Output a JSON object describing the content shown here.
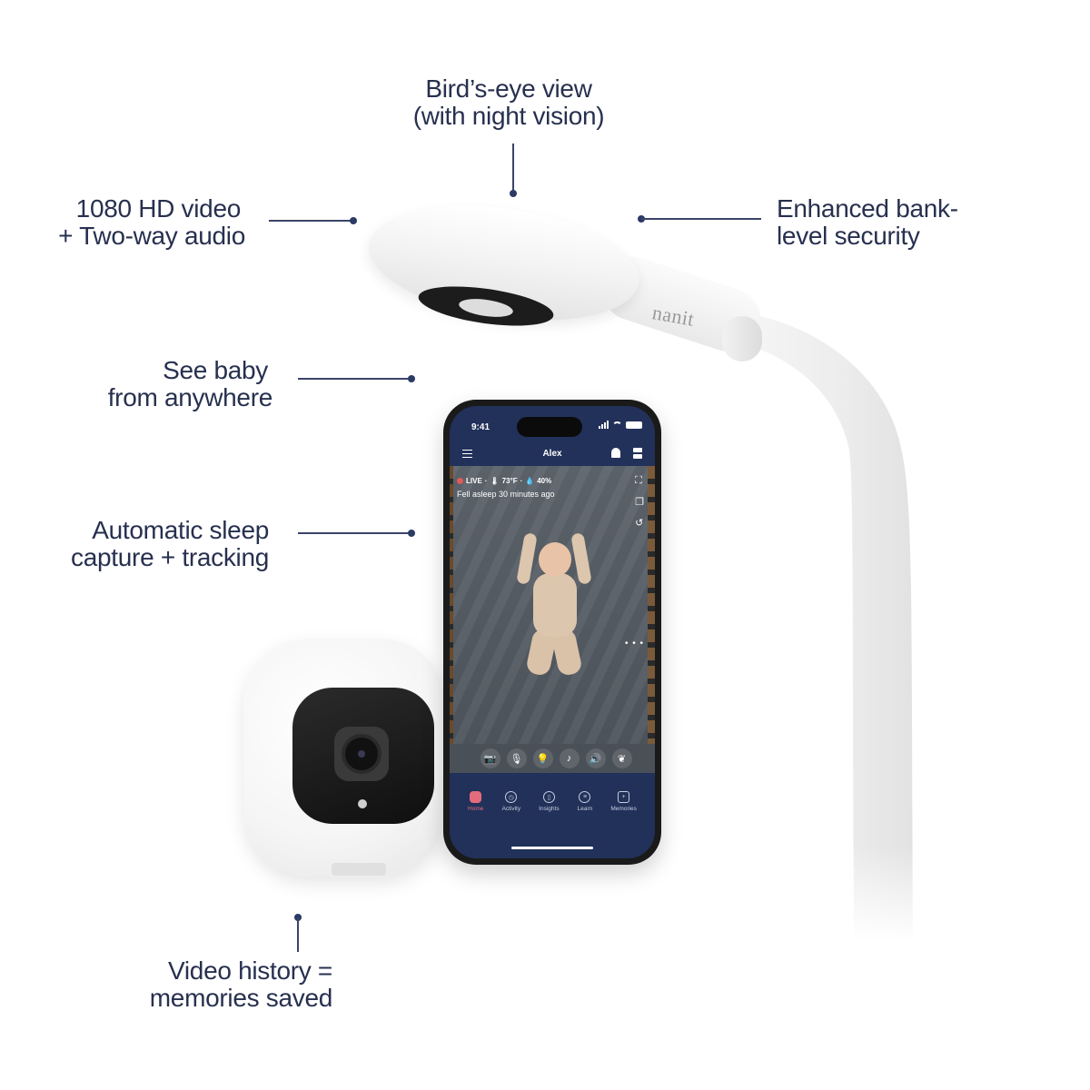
{
  "colors": {
    "text": "#27304f",
    "line": "#3a4468",
    "dot": "#2c3a66",
    "phone_nav": "#213159",
    "live_red": "#e25a5a",
    "tab_active": "#e36c7c"
  },
  "callouts": {
    "birds_eye": {
      "line1": "Bird’s-eye view",
      "line2": "(with night vision)"
    },
    "hd_video": {
      "line1": "1080 HD video",
      "line2": "+ Two-way audio"
    },
    "security": {
      "line1": "Enhanced bank-",
      "line2": "level security"
    },
    "see_baby": {
      "line1": "See baby",
      "line2": "from anywhere"
    },
    "sleep_tracking": {
      "line1": "Automatic sleep",
      "line2": "capture + tracking"
    },
    "video_history": {
      "line1": "Video history =",
      "line2": "memories saved"
    }
  },
  "device": {
    "brand": "nanit"
  },
  "phone": {
    "status": {
      "time": "9:41"
    },
    "header": {
      "title": "Alex",
      "icons": [
        "menu-icon",
        "bell-icon",
        "layout-icon"
      ]
    },
    "feed": {
      "live_label": "LIVE",
      "temperature": "73°F",
      "humidity": "40%",
      "sleep_status": "Fell asleep 30 minutes ago",
      "side_icons": [
        "fullscreen-icon",
        "picture-in-picture-icon",
        "replay-icon"
      ],
      "more": "• • •"
    },
    "controls": [
      {
        "name": "camera-icon",
        "glyph": "📷"
      },
      {
        "name": "microphone-icon",
        "glyph": "🎙"
      },
      {
        "name": "light-icon",
        "glyph": "💡"
      },
      {
        "name": "music-icon",
        "glyph": "♪"
      },
      {
        "name": "volume-icon",
        "glyph": "🔊"
      },
      {
        "name": "breathing-icon",
        "glyph": "❦"
      }
    ],
    "tabs": [
      {
        "label": "Home",
        "glyph": "▶",
        "active": true
      },
      {
        "label": "Activity",
        "glyph": "◷",
        "active": false
      },
      {
        "label": "Insights",
        "glyph": "▯",
        "active": false
      },
      {
        "label": "Learn",
        "glyph": "≡",
        "active": false
      },
      {
        "label": "Memories",
        "glyph": "+",
        "active": false
      }
    ]
  }
}
